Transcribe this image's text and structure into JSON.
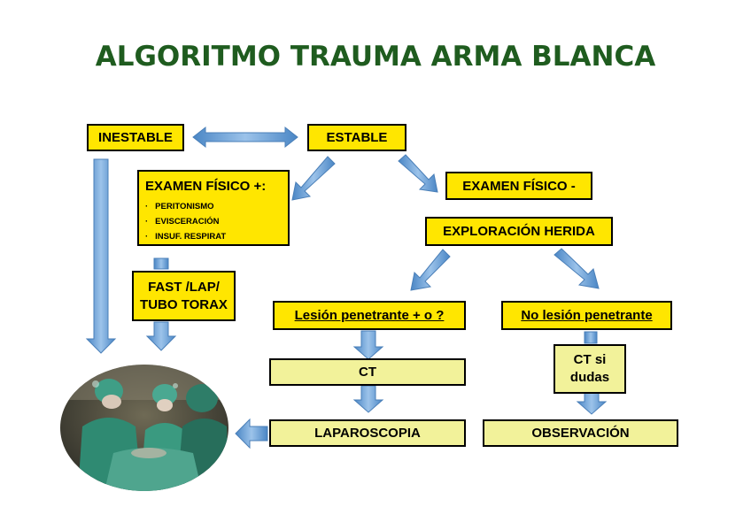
{
  "title": "ALGORITMO TRAUMA ARMA BLANCA",
  "nodes": {
    "inestable": "INESTABLE",
    "estable": "ESTABLE",
    "examen_pos": {
      "heading": "EXAMEN FÍSICO +:",
      "items": [
        "PERITONISMO",
        "EVISCERACIÓN",
        "INSUF. RESPIRAT"
      ]
    },
    "examen_neg": "EXAMEN FÍSICO -",
    "exploracion": "EXPLORACIÓN HERIDA",
    "fast_line1": "FAST /LAP/",
    "fast_line2": "TUBO TORAX",
    "lesion_pen": "Lesión penetrante + o ?",
    "no_lesion": "No lesión penetrante",
    "ct": "CT",
    "ct_dudas_line1": "CT si",
    "ct_dudas_line2": "dudas",
    "laparoscopia": "LAPAROSCOPIA",
    "observacion": "OBSERVACIÓN"
  },
  "colors": {
    "title": "#1f5c1f",
    "box_bright": "#ffe600",
    "box_pale": "#f2f29a",
    "arrow": "#5b9bd5"
  },
  "image": {
    "subject": "surgical team operating room photo"
  }
}
